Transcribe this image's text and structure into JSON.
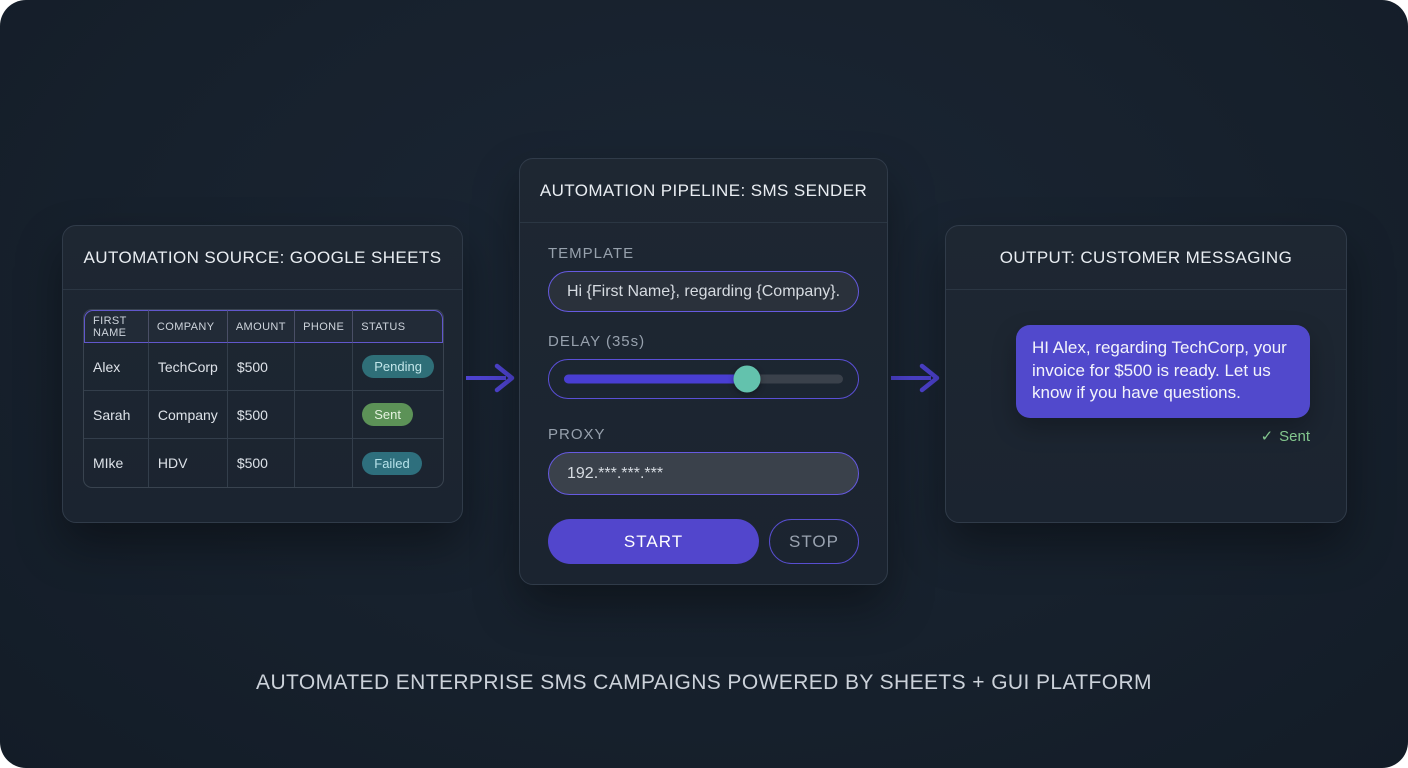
{
  "caption": "AUTOMATED ENTERPRISE SMS CAMPAIGNS POWERED BY SHEETS + GUI PLATFORM",
  "source_panel": {
    "title": "AUTOMATION SOURCE: GOOGLE SHEETS",
    "table": {
      "headers": [
        "FIRST NAME",
        "COMPANY",
        "AMOUNT",
        "PHONE",
        "STATUS"
      ],
      "rows": [
        {
          "first_name": "Alex",
          "company": "TechCorp",
          "amount": "$500",
          "phone": "",
          "status": "Pending"
        },
        {
          "first_name": "Sarah",
          "company": "Company",
          "amount": "$500",
          "phone": "",
          "status": "Sent"
        },
        {
          "first_name": "MIke",
          "company": "HDV",
          "amount": "$500",
          "phone": "",
          "status": "Failed"
        }
      ]
    }
  },
  "pipeline_panel": {
    "title": "AUTOMATION PIPELINE: SMS SENDER",
    "template_label": "TEMPLATE",
    "template_value": "Hi {First Name}, regarding {Company}...",
    "delay_label": "DELAY (35s)",
    "delay_percent": 64,
    "proxy_label": "PROXY",
    "proxy_value": "192.***.***.***",
    "start_label": "START",
    "stop_label": "STOP"
  },
  "output_panel": {
    "title": "OUTPUT: CUSTOMER MESSAGING",
    "message": "HI Alex, regarding TechCorp, your invoice for $500 is ready. Let us know if you have questions.",
    "check_icon": "✓",
    "status_label": "Sent"
  },
  "colors": {
    "background": "#17212d",
    "panel": "#1c2530",
    "accent_purple": "#5246cc",
    "input_border_purple": "#665ae0",
    "arrow_purple": "#4e43d0",
    "slider_fill": "#493ed2",
    "slider_thumb_teal": "#63c2ad",
    "bubble_purple": "#5149cc",
    "sent_green": "#83c78e",
    "badge_pending_bg": "#2f6f78",
    "badge_sent_bg": "#5c9257",
    "badge_failed_bg": "#2e6f7d"
  }
}
